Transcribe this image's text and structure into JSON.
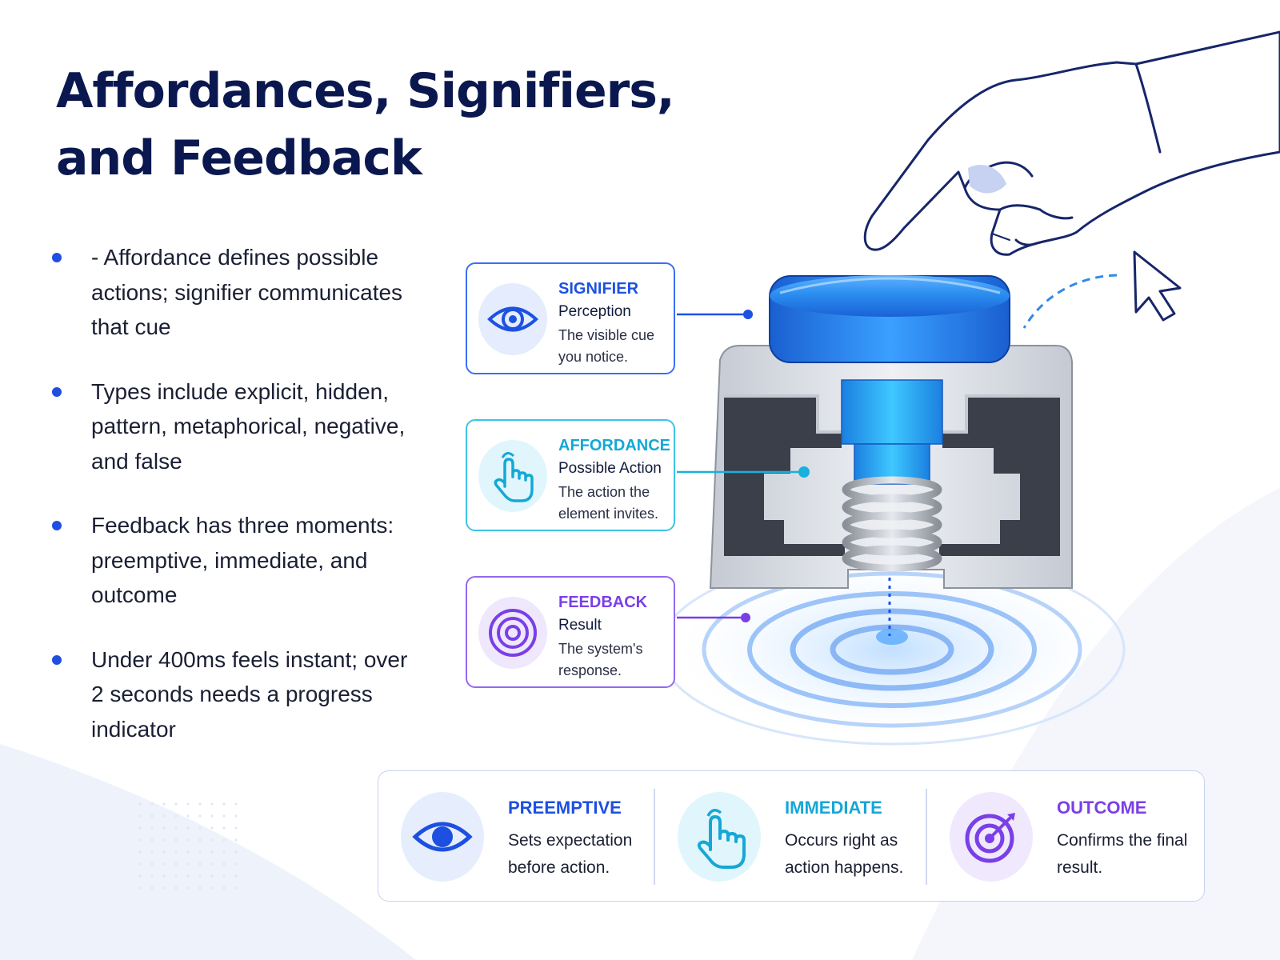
{
  "title": {
    "line1": "Affordances, Signifiers,",
    "line2": "and Feedback"
  },
  "bullets": [
    {
      "text": "- Affordance defines possible actions; signifier communicates that cue"
    },
    {
      "text": "Types include explicit, hidden, pattern, metaphorical, negative, and false"
    },
    {
      "text": "Feedback has three moments: preemptive, immediate, and outcome"
    },
    {
      "text": "Under 400ms feels instant; over 2 seconds needs a progress indicator"
    }
  ],
  "callouts": {
    "signifier": {
      "keyword": "SIGNIFIER",
      "subtitle": "Perception",
      "description": "The visible cue you notice.",
      "icon": "eye-icon",
      "color": "#1d52e0"
    },
    "affordance": {
      "keyword": "AFFORDANCE",
      "subtitle": "Possible Action",
      "description": "The action the element invites.",
      "icon": "tap-hand-icon",
      "color": "#13a8d6"
    },
    "feedback": {
      "keyword": "FEEDBACK",
      "subtitle": "Result",
      "description": "The system's response.",
      "icon": "target-rings-icon",
      "color": "#7a3fe6"
    }
  },
  "phases": [
    {
      "keyword": "PREEMPTIVE",
      "description": "Sets expectation before action.",
      "icon": "eye-icon",
      "color": "#1d4fe0"
    },
    {
      "keyword": "IMMEDIATE",
      "description": "Occurs right as action happens.",
      "icon": "tap-hand-icon",
      "color": "#16a7d6"
    },
    {
      "keyword": "OUTCOME",
      "description": "Confirms the final result.",
      "icon": "target-arrow-icon",
      "color": "#7a3fe6"
    }
  ],
  "illustration": {
    "elements": [
      "hand-pointer",
      "cursor-arrow-icon",
      "push-button-cutaway",
      "ripple-rings"
    ],
    "button_color": "#2b8ef0"
  }
}
